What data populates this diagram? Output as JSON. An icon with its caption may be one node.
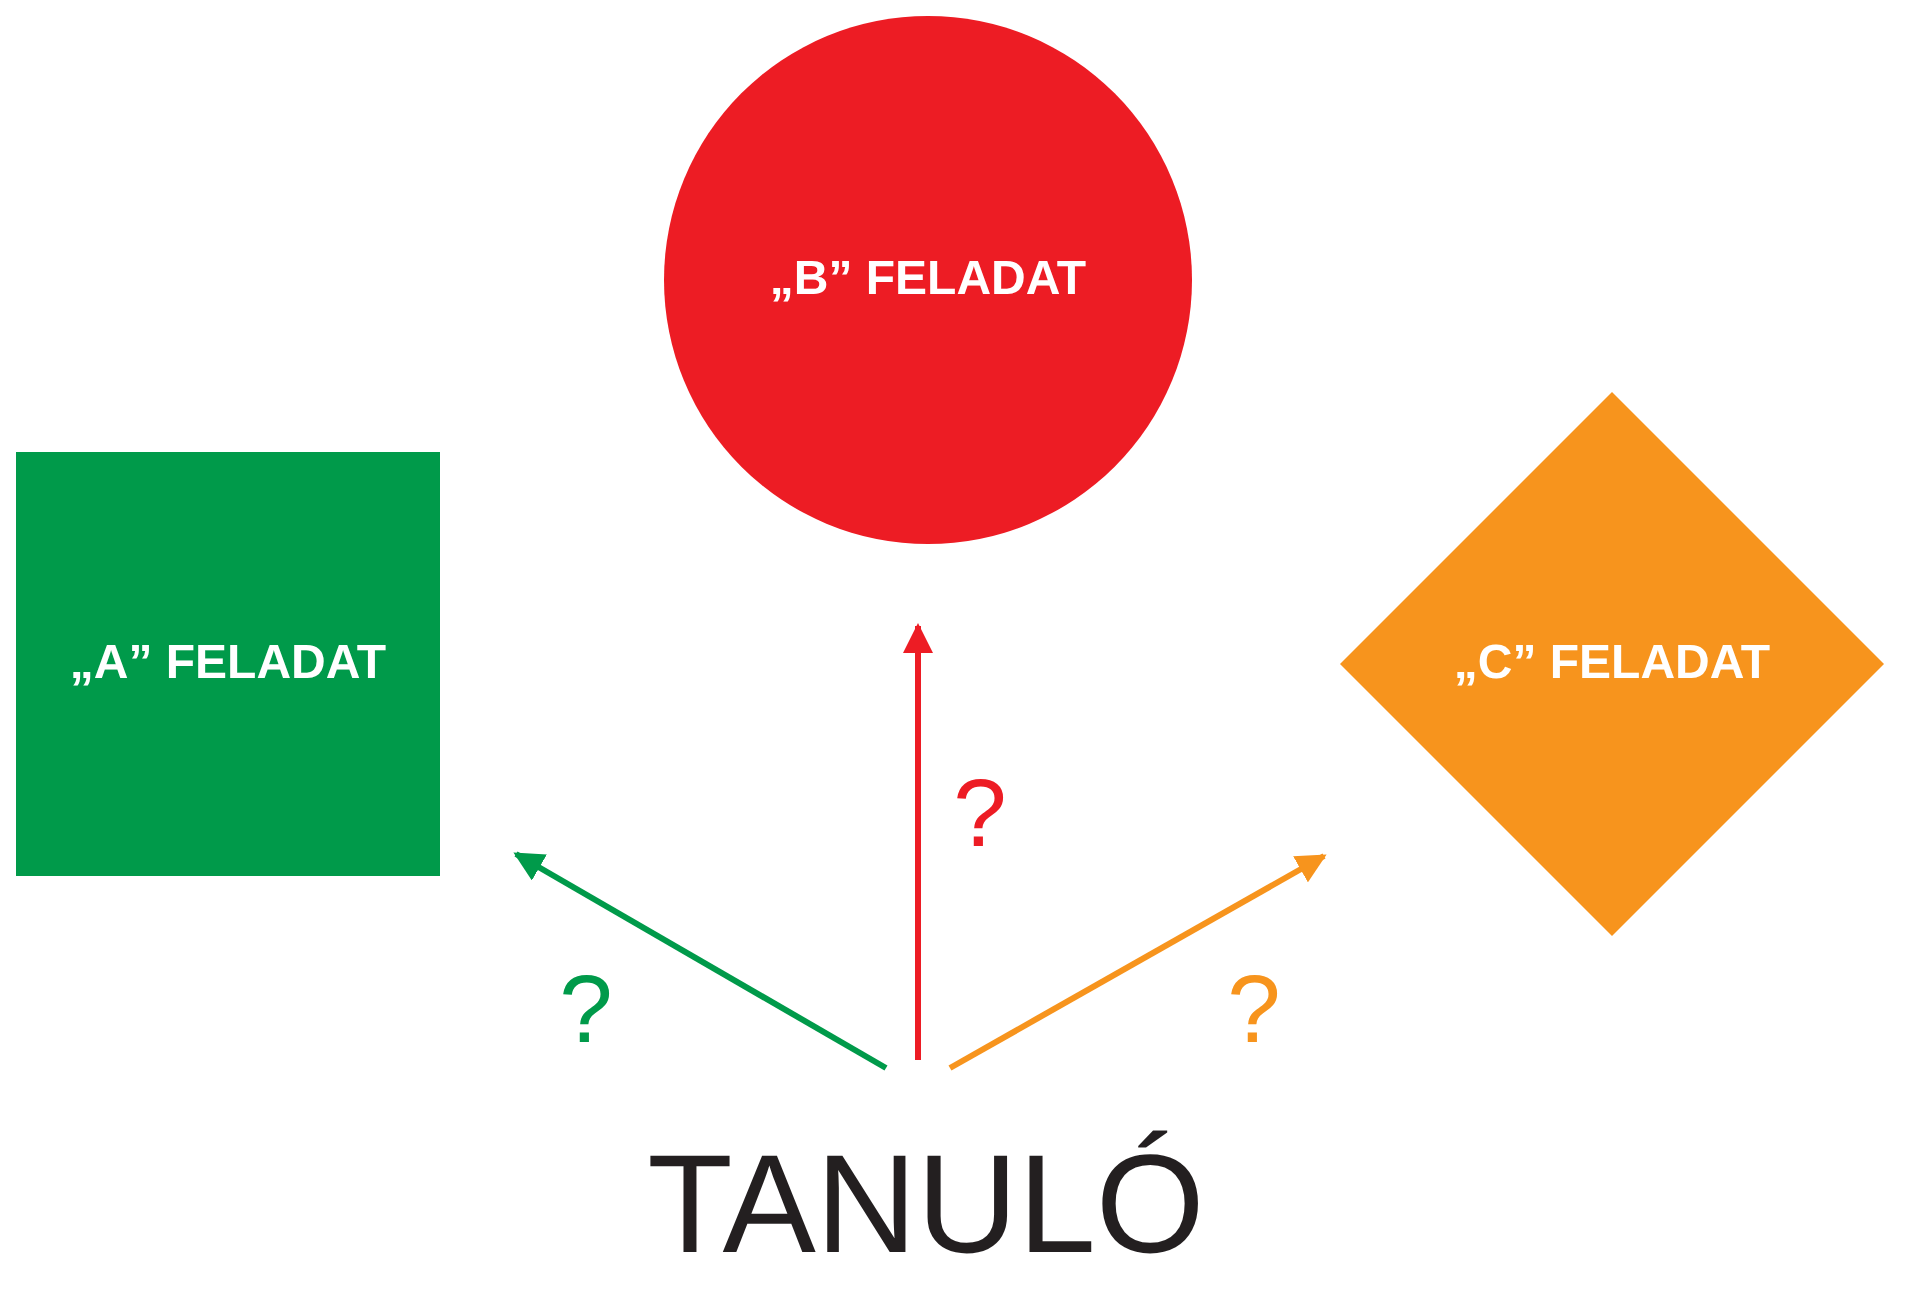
{
  "diagram": {
    "nodes": [
      {
        "text": [
          "„A” FELADAT"
        ]
      },
      {
        "text": [
          "„B” FELADAT"
        ]
      },
      {
        "text": [
          "„C” FELADAT"
        ]
      },
      {
        "text": [
          "TANULÓ"
        ]
      }
    ],
    "edges": [
      {
        "from": 3,
        "to": 0,
        "arrow": "to",
        "label": "?",
        "color": "#009a4a"
      },
      {
        "from": 3,
        "to": 1,
        "arrow": "to",
        "label": "?",
        "color": "#ed1c24"
      },
      {
        "from": 3,
        "to": 2,
        "arrow": "to",
        "label": "?",
        "color": "#f7941d"
      }
    ]
  }
}
